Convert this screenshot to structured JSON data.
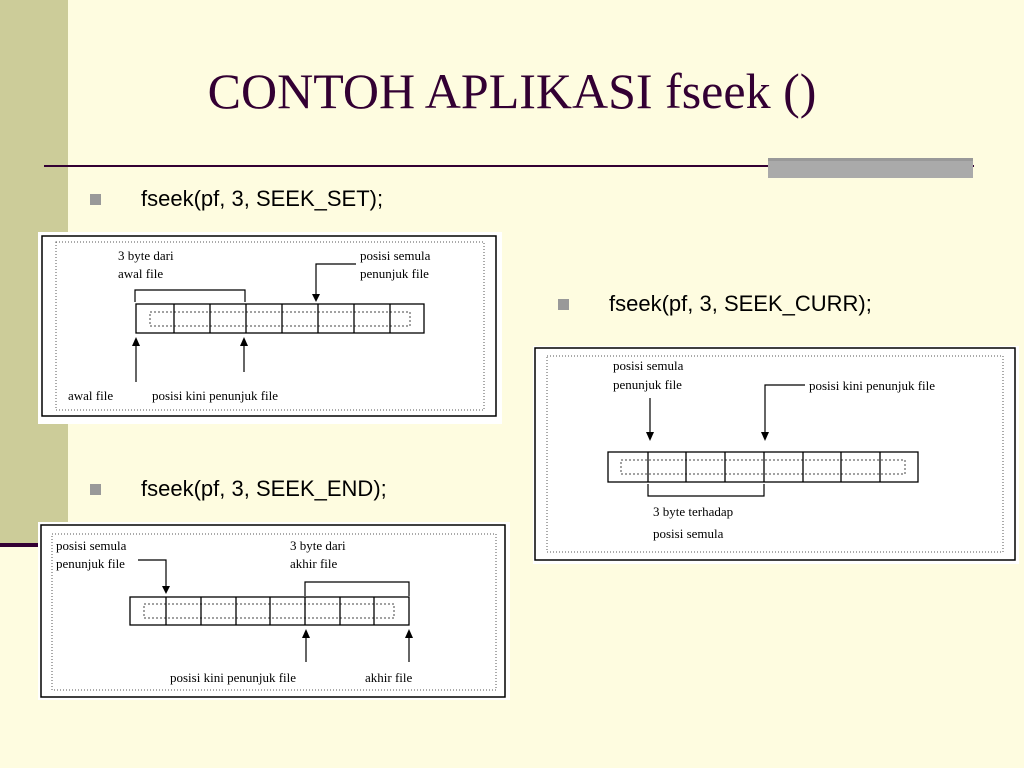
{
  "slide": {
    "title": "CONTOH APLIKASI fseek ()"
  },
  "bullets": [
    {
      "code": "fseek(pf, 3, SEEK_SET);"
    },
    {
      "code": "fseek(pf, 3, SEEK_CURR);"
    },
    {
      "code": "fseek(pf, 3, SEEK_END);"
    }
  ],
  "diagram_set": {
    "label_byte_line1": "3 byte dari",
    "label_byte_line2": "awal file",
    "label_initial_line1": "posisi semula",
    "label_initial_line2": "penunjuk file",
    "label_start": "awal file",
    "label_current": "posisi kini penunjuk file"
  },
  "diagram_curr": {
    "label_initial_line1": "posisi semula",
    "label_initial_line2": "penunjuk file",
    "label_current": "posisi kini penunjuk file",
    "label_byte_line1": "3 byte terhadap",
    "label_byte_line2": "posisi semula"
  },
  "diagram_end": {
    "label_initial_line1": "posisi semula",
    "label_initial_line2": "penunjuk file",
    "label_byte_line1": "3 byte dari",
    "label_byte_line2": "akhir file",
    "label_current": "posisi kini penunjuk file",
    "label_end": "akhir file"
  },
  "colors": {
    "background": "#fefce0",
    "band": "#cccc99",
    "title": "#330033",
    "bullet": "#999999"
  }
}
